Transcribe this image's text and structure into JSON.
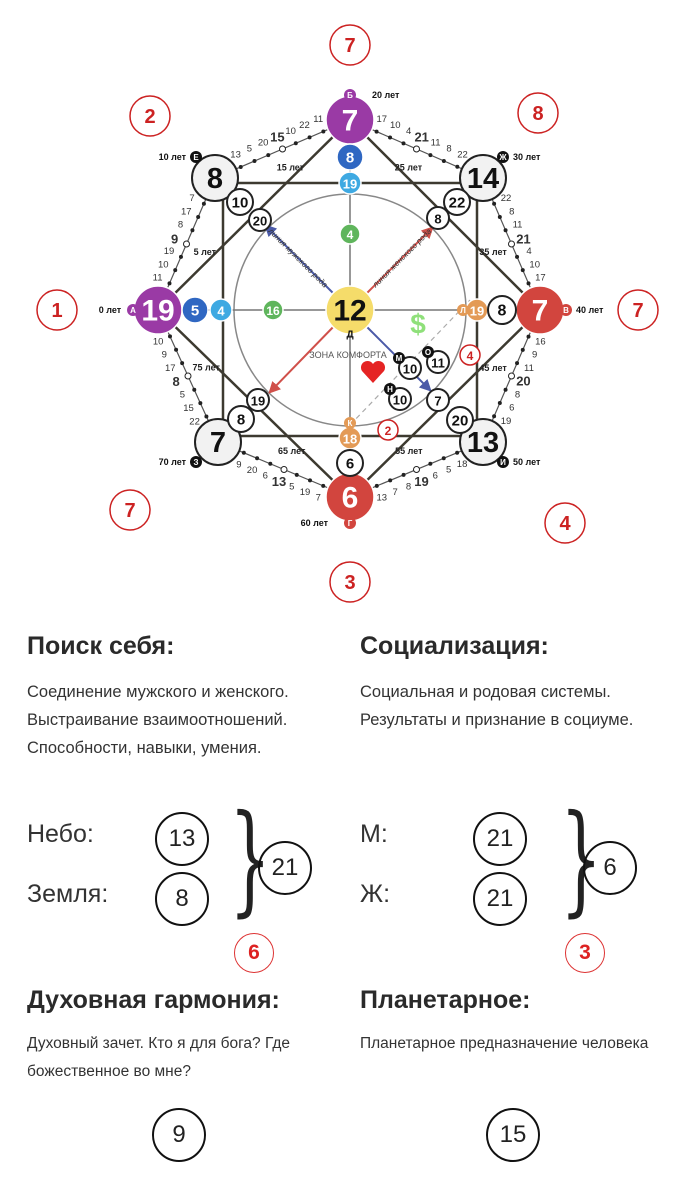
{
  "diagram": {
    "colors": {
      "purple": "#9a3aa5",
      "blue": "#2f67c2",
      "lightblue": "#3ea9e2",
      "green": "#5fb55c",
      "yellow": "#f5dc6a",
      "red": "#d2453e",
      "orange": "#e39a56",
      "white": "#ffffff",
      "gray": "#f2f2f2",
      "line": "#3d3a30",
      "marker": "#cc2222"
    },
    "nodes": [
      {
        "id": "A",
        "value": "19",
        "color": "purple"
      },
      {
        "id": "B",
        "value": "7",
        "color": "purple"
      },
      {
        "id": "V",
        "value": "7",
        "color": "red"
      },
      {
        "id": "G",
        "value": "6",
        "color": "red"
      },
      {
        "id": "D",
        "value": "12",
        "color": "yellow"
      },
      {
        "id": "E",
        "value": "8",
        "color": "gray"
      },
      {
        "id": "Zh",
        "value": "14",
        "color": "gray"
      },
      {
        "id": "Z",
        "value": "7",
        "color": "gray"
      },
      {
        "id": "I",
        "value": "13",
        "color": "gray"
      },
      {
        "id": "b2",
        "value": "8",
        "color": "blue"
      },
      {
        "id": "b3",
        "value": "19",
        "color": "lightblue"
      },
      {
        "id": "b4",
        "value": "4",
        "color": "green"
      },
      {
        "id": "a2",
        "value": "5",
        "color": "blue"
      },
      {
        "id": "a3",
        "value": "4",
        "color": "lightblue"
      },
      {
        "id": "a4",
        "value": "16",
        "color": "green"
      },
      {
        "id": "v2",
        "value": "19",
        "color": "orange"
      },
      {
        "id": "v3",
        "value": "8",
        "color": "white"
      },
      {
        "id": "g3",
        "value": "18",
        "color": "orange"
      },
      {
        "id": "g2",
        "value": "6",
        "color": "white"
      },
      {
        "id": "e2",
        "value": "10",
        "color": "white"
      },
      {
        "id": "e3",
        "value": "20",
        "color": "white"
      },
      {
        "id": "zh2",
        "value": "22",
        "color": "white"
      },
      {
        "id": "zh3",
        "value": "8",
        "color": "white"
      },
      {
        "id": "z2",
        "value": "8",
        "color": "white"
      },
      {
        "id": "z3",
        "value": "19",
        "color": "white"
      },
      {
        "id": "i2",
        "value": "20",
        "color": "white"
      },
      {
        "id": "i3",
        "value": "7",
        "color": "white"
      },
      {
        "id": "M",
        "value": "10",
        "color": "white"
      },
      {
        "id": "O",
        "value": "11",
        "color": "white"
      },
      {
        "id": "N",
        "value": "10",
        "color": "white"
      }
    ],
    "letters": {
      "A": "А",
      "B": "Б",
      "V": "В",
      "G": "Г",
      "D": "Д",
      "E": "Е",
      "Zh": "Ж",
      "Z": "З",
      "I": "И",
      "K": "К",
      "L": "Л",
      "M": "М",
      "N": "Н",
      "O": "О"
    },
    "corner_ages": {
      "A": "0 лет",
      "E": "10 лет",
      "B": "20 лет",
      "Zh": "30 лет",
      "V": "40 лет",
      "I": "50 лет",
      "G": "60 лет",
      "Z": "70 лет"
    },
    "edges": [
      {
        "from": "A",
        "to": "E",
        "values": [
          "11",
          "10",
          "19",
          "9",
          "8",
          "17",
          "7"
        ],
        "mid_age": "5 лет"
      },
      {
        "from": "E",
        "to": "B",
        "values": [
          "13",
          "5",
          "20",
          "15",
          "10",
          "22",
          "11"
        ],
        "mid_age": "15 лет"
      },
      {
        "from": "B",
        "to": "Zh",
        "values": [
          "17",
          "10",
          "4",
          "21",
          "11",
          "8",
          "22"
        ],
        "mid_age": "25 лет"
      },
      {
        "from": "Zh",
        "to": "V",
        "values": [
          "22",
          "8",
          "11",
          "21",
          "4",
          "10",
          "17"
        ],
        "mid_age": "35 лет"
      },
      {
        "from": "V",
        "to": "I",
        "values": [
          "16",
          "9",
          "11",
          "20",
          "8",
          "6",
          "19"
        ],
        "mid_age": "45 лет"
      },
      {
        "from": "I",
        "to": "G",
        "values": [
          "18",
          "5",
          "6",
          "19",
          "8",
          "7",
          "13"
        ],
        "mid_age": "55 лет"
      },
      {
        "from": "G",
        "to": "Z",
        "values": [
          "7",
          "19",
          "5",
          "13",
          "6",
          "20",
          "9"
        ],
        "mid_age": "65 лет"
      },
      {
        "from": "Z",
        "to": "A",
        "values": [
          "22",
          "15",
          "5",
          "8",
          "17",
          "9",
          "10"
        ],
        "mid_age": "75 лет"
      }
    ],
    "male_line_label": "линия мужского рода",
    "female_line_label": "линия женского рода",
    "comfort_zone_label": "ЗОНА КОМФОРТА",
    "money_icon": "$",
    "love_icon": "heart",
    "inner_markers": [
      {
        "id": "m4",
        "value": "4"
      },
      {
        "id": "m2",
        "value": "2"
      }
    ],
    "outer_markers": [
      {
        "id": "top",
        "value": "7"
      },
      {
        "id": "topright",
        "value": "8"
      },
      {
        "id": "right",
        "value": "7"
      },
      {
        "id": "bottomright",
        "value": "4"
      },
      {
        "id": "bottom",
        "value": "3"
      },
      {
        "id": "bottomleft",
        "value": "7"
      },
      {
        "id": "left",
        "value": "1"
      },
      {
        "id": "topleft",
        "value": "2"
      }
    ]
  },
  "self_search": {
    "title": "Поиск себя:",
    "text": "Соединение мужского и женского. Выстраивание взаимоотношений. Способности, навыки, умения.",
    "sky_label": "Небо:",
    "sky_value": "13",
    "earth_label": "Земля:",
    "earth_value": "8",
    "sum": "21",
    "marker": "6"
  },
  "socialization": {
    "title": "Социализация:",
    "text": "Социальная и родовая системы. Результаты и признание в социуме.",
    "m_label": "М:",
    "m_value": "21",
    "f_label": "Ж:",
    "f_value": "21",
    "sum": "6",
    "marker": "3"
  },
  "spiritual": {
    "title": "Духовная гармония:",
    "text": "Духовный зачет. Кто я для бога? Где божественное во мне?",
    "value": "9"
  },
  "planetary": {
    "title": "Планетарное:",
    "text": "Планетарное предназначение человека",
    "value": "15"
  }
}
